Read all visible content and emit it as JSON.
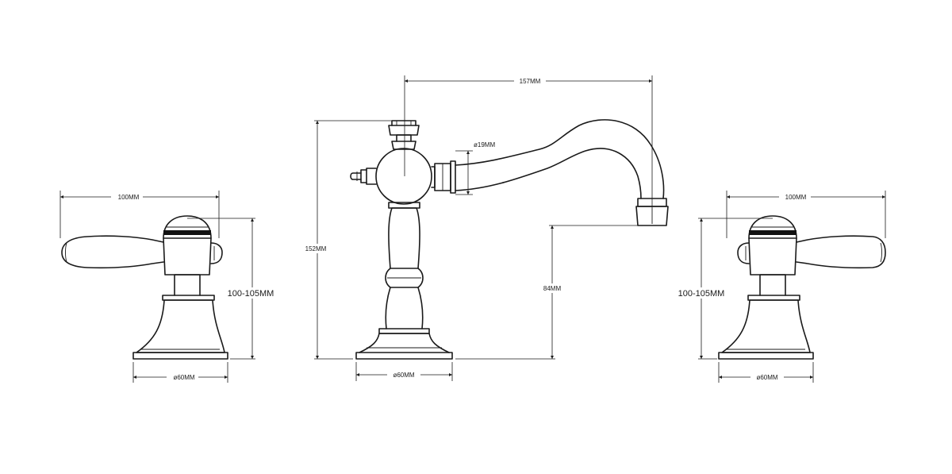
{
  "dimensions": {
    "left_handle_width": "100MM",
    "left_handle_height": "100-105MM",
    "left_base_diameter": "ø60MM",
    "spout_reach": "157MM",
    "spout_outlet_diameter": "ø19MM",
    "faucet_height": "152MM",
    "spout_clearance": "84MM",
    "center_base_diameter": "ø60MM",
    "right_handle_width": "100MM",
    "right_handle_height": "100-105MM",
    "right_base_diameter": "ø60MM"
  },
  "colors": {
    "stroke": "#1a1a1a",
    "background": "#ffffff"
  }
}
